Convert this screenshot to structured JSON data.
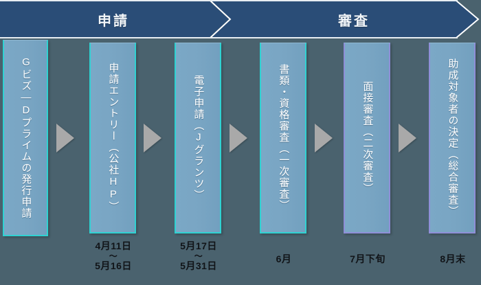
{
  "banner": {
    "segments": [
      {
        "label": "申請"
      },
      {
        "label": "審査"
      }
    ]
  },
  "colors": {
    "background": "#4a626e",
    "banner_fill": "#2a4d77",
    "banner_divider": "#ffffff",
    "box_fill": "#7ba8c6",
    "box_accent_teal": "#2fd2d2",
    "box_accent_violet": "#8f8fd8",
    "arrow_gray": "#a9a9a9",
    "box_text": "#ffffff",
    "date_text": "#111418"
  },
  "steps": [
    {
      "label": "Gビズーロプライムの発行申請",
      "text": "Gビズ―Dプライムの発行申請",
      "accent": "teal",
      "date_line1": "",
      "date_tilde": "",
      "date_line2": ""
    },
    {
      "label": "申請エントリー（公社HP）",
      "text": "申請エントリー（公社HP）",
      "accent": "teal",
      "date_line1": "4月11日",
      "date_tilde": "～",
      "date_line2": "5月16日"
    },
    {
      "label": "電子申請（Jグランツ）",
      "text": "電子申請（Jグランツ）",
      "accent": "teal",
      "date_line1": "5月17日",
      "date_tilde": "～",
      "date_line2": "5月31日"
    },
    {
      "label": "書類・資格審査（一次審査）",
      "text": "書類・資格審査（一次審査）",
      "accent": "teal",
      "date_line1": "6月",
      "date_tilde": "",
      "date_line2": ""
    },
    {
      "label": "面接審査（二次審査）",
      "text": "面接審査（二次審査）",
      "accent": "violet",
      "date_line1": "7月下旬",
      "date_tilde": "",
      "date_line2": ""
    },
    {
      "label": "助成対象者の決定（総合審査）",
      "text": "助成対象者の決定（総合審査）",
      "accent": "violet",
      "date_line1": "8月末",
      "date_tilde": "",
      "date_line2": ""
    }
  ]
}
